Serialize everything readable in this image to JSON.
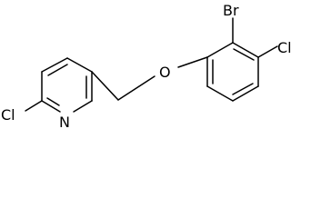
{
  "molecule": {
    "atoms": {
      "cl_pyridine": "Cl",
      "n_ring": "N",
      "o_ether": "O",
      "br": "Br",
      "cl_phenyl": "Cl"
    }
  }
}
